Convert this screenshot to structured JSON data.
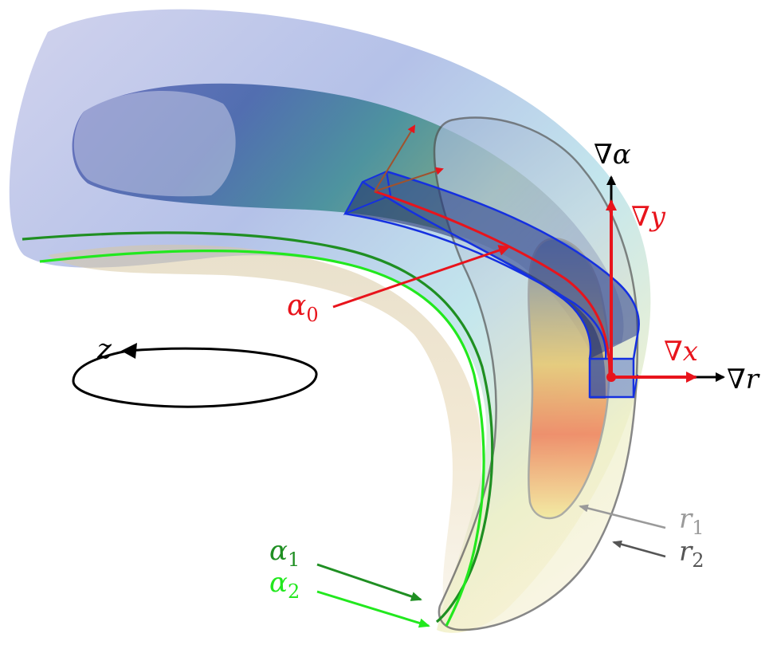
{
  "labels": {
    "grad_alpha": {
      "sym": "∇",
      "var": "α"
    },
    "grad_y": {
      "sym": "∇",
      "var": "y"
    },
    "grad_x": {
      "sym": "∇",
      "var": "x"
    },
    "grad_r": {
      "sym": "∇",
      "var": "r"
    },
    "alpha0": {
      "var": "α",
      "sub": "0"
    },
    "alpha1": {
      "var": "α",
      "sub": "1"
    },
    "alpha2": {
      "var": "α",
      "sub": "2"
    },
    "r1": {
      "var": "r",
      "sub": "1"
    },
    "r2": {
      "var": "r",
      "sub": "2"
    },
    "z": {
      "var": "z"
    }
  },
  "colors": {
    "red": "#e8141c",
    "blue": "#1530e0",
    "dark_green": "#1f8f22",
    "light_green": "#22e81e",
    "black": "#000000",
    "gray_light": "#9a9a9a",
    "gray_dark": "#555555"
  }
}
